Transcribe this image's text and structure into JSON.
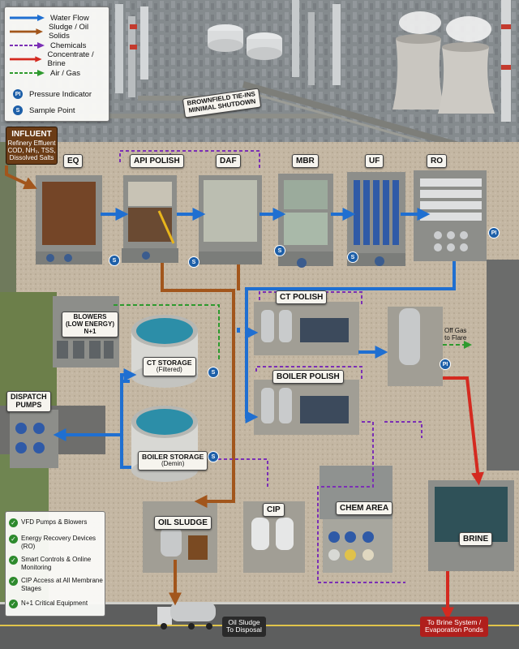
{
  "legend": {
    "items": [
      {
        "label": "Water Flow",
        "color": "#1f6fd1",
        "style": "solid"
      },
      {
        "label": "Sludge / Oil Solids",
        "color": "#a2561c",
        "style": "solid"
      },
      {
        "label": "Chemicals",
        "color": "#7b2fb5",
        "style": "dashed"
      },
      {
        "label": "Concentrate / Brine",
        "color": "#d42a20",
        "style": "solid"
      },
      {
        "label": "Air / Gas",
        "color": "#2e9a2e",
        "style": "dashed"
      }
    ],
    "pressure_indicator": {
      "symbol": "PI",
      "label": "Pressure Indicator"
    },
    "sample_point": {
      "symbol": "S",
      "label": "Sample Point"
    }
  },
  "influent": {
    "title": "INFLUENT",
    "lines": [
      "Refinery Effluent",
      "COD, NH₃, TSS,",
      "Dissolved Salts"
    ]
  },
  "brownfield_note": {
    "line1": "BROWNFIELD TIE-INS",
    "line2": "MINIMAL SHUTDOWN"
  },
  "units": {
    "eq": "EQ",
    "api": "API POLISH",
    "daf": "DAF",
    "mbr": "MBR",
    "uf": "UF",
    "ro": "RO",
    "ct_polish": "CT POLISH",
    "boiler_polish": "BOILER POLISH",
    "blowers": {
      "line1": "BLOWERS",
      "line2": "(LOW ENERGY)",
      "line3": "N+1"
    },
    "ct_storage": {
      "title": "CT STORAGE",
      "sub": "(Filtered)"
    },
    "boiler_storage": {
      "title": "BOILER STORAGE",
      "sub": "(Demin)"
    },
    "dispatch": {
      "line1": "DISPATCH",
      "line2": "PUMPS"
    },
    "oil_sludge": "OIL SLUDGE",
    "cip": "CIP",
    "chem_area": "CHEM AREA",
    "brine": "BRINE"
  },
  "annotations": {
    "off_gas": {
      "line1": "Off Gas",
      "line2": "to Flare"
    },
    "oil_disposal": {
      "line1": "Oil Sludge",
      "line2": "To Disposal"
    },
    "brine_disposal": {
      "line1": "To Brine System /",
      "line2": "Evaporation Ponds"
    }
  },
  "benefits": [
    "VFD Pumps & Blowers",
    "Energy Recovery Devices (RO)",
    "Smart Controls & Online Monitoring",
    "CIP Access at All Membrane Stages",
    "N+1 Critical Equipment"
  ],
  "colors": {
    "water": "#1f6fd1",
    "sludge": "#a2561c",
    "chemicals": "#7b2fb5",
    "brine": "#d42a20",
    "air": "#2e9a2e",
    "check": "#2d8a2d",
    "tag": "#1d5fa8"
  }
}
